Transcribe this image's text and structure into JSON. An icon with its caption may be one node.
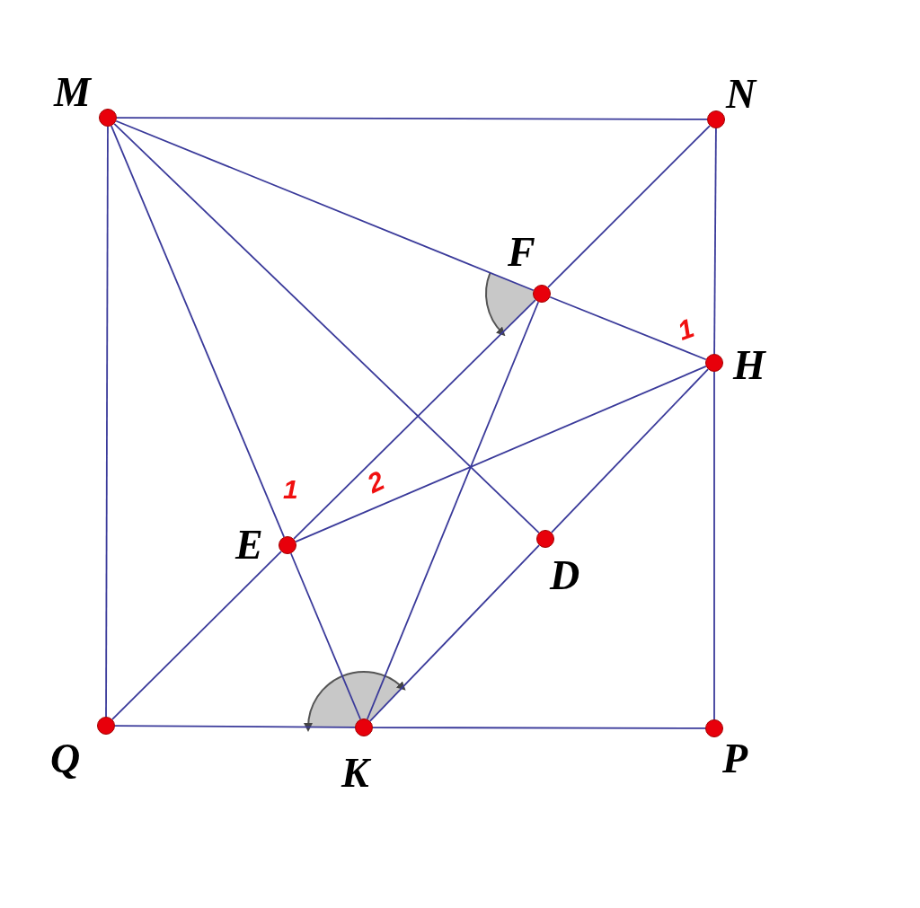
{
  "diagram": {
    "nodes": [
      {
        "text": [],
        "shape": "circle",
        "beside": [
          "M"
        ]
      },
      {
        "text": [],
        "shape": "circle",
        "beside": [
          "N"
        ]
      },
      {
        "text": [],
        "shape": "circle",
        "beside": [
          "F"
        ]
      },
      {
        "text": [],
        "shape": "circle",
        "beside": [
          "H"
        ]
      },
      {
        "text": [],
        "shape": "circle",
        "beside": [
          "E"
        ]
      },
      {
        "text": [],
        "shape": "circle",
        "beside": [
          "D"
        ]
      },
      {
        "text": [],
        "shape": "circle",
        "beside": [
          "Q"
        ]
      },
      {
        "text": [],
        "shape": "circle",
        "beside": [
          "K"
        ]
      },
      {
        "text": [],
        "shape": "circle",
        "beside": [
          "P"
        ]
      }
    ],
    "edges": [
      {
        "from": 0,
        "to": 1,
        "arrow": "none"
      },
      {
        "from": 1,
        "to": 3,
        "arrow": "none"
      },
      {
        "from": 3,
        "to": 8,
        "arrow": "none"
      },
      {
        "from": 8,
        "to": 7,
        "arrow": "none"
      },
      {
        "from": 7,
        "to": 6,
        "arrow": "none"
      },
      {
        "from": 6,
        "to": 0,
        "arrow": "none"
      },
      {
        "from": 0,
        "to": 2,
        "arrow": "none"
      },
      {
        "from": 2,
        "to": 3,
        "arrow": "none"
      },
      {
        "from": 0,
        "to": 4,
        "arrow": "none"
      },
      {
        "from": 4,
        "to": 7,
        "arrow": "none"
      },
      {
        "from": 0,
        "to": 5,
        "arrow": "none"
      },
      {
        "from": 1,
        "to": 2,
        "arrow": "none"
      },
      {
        "from": 2,
        "to": 4,
        "arrow": "none"
      },
      {
        "from": 4,
        "to": 6,
        "arrow": "none"
      },
      {
        "from": 2,
        "to": 7,
        "arrow": "none"
      },
      {
        "from": 4,
        "to": 3,
        "arrow": "none"
      },
      {
        "from": 3,
        "to": 5,
        "arrow": "none"
      },
      {
        "from": 5,
        "to": 7,
        "arrow": "none"
      }
    ],
    "labels": [
      "1",
      "2",
      "1"
    ]
  }
}
